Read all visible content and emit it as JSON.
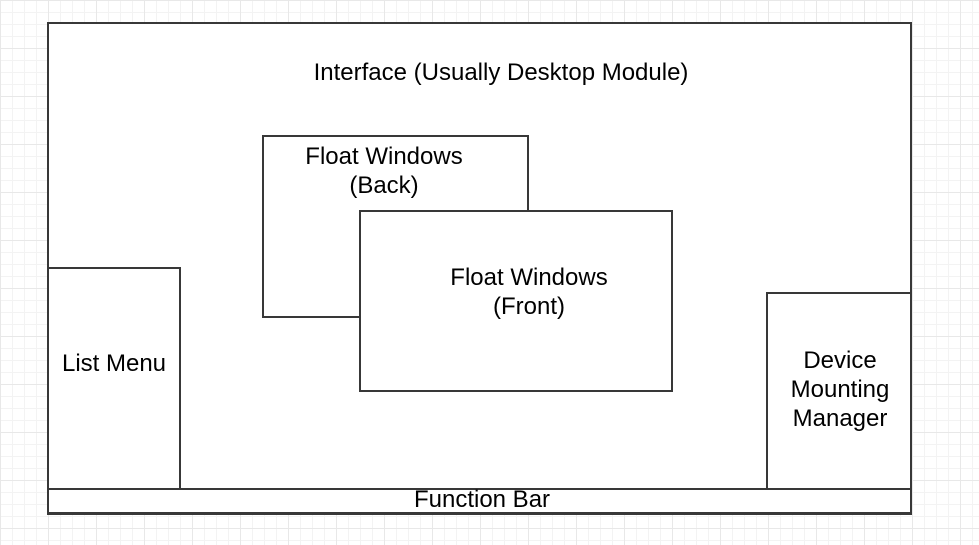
{
  "labels": {
    "interface": "Interface (Usually Desktop Module)",
    "float_back": "Float Windows\n(Back)",
    "float_front": "Float Windows\n(Front)",
    "list_menu": "List Menu",
    "device_manager": "Device\nMounting\nManager",
    "function_bar": "Function Bar"
  },
  "style": {
    "shape_stroke_color": "#383838",
    "shape_fill_color": "#ffffff",
    "text_color": "#000000",
    "grid_minor_color": "#f3f3f3",
    "grid_major_color": "#e8e8e8",
    "canvas_background": "#ffffff"
  }
}
